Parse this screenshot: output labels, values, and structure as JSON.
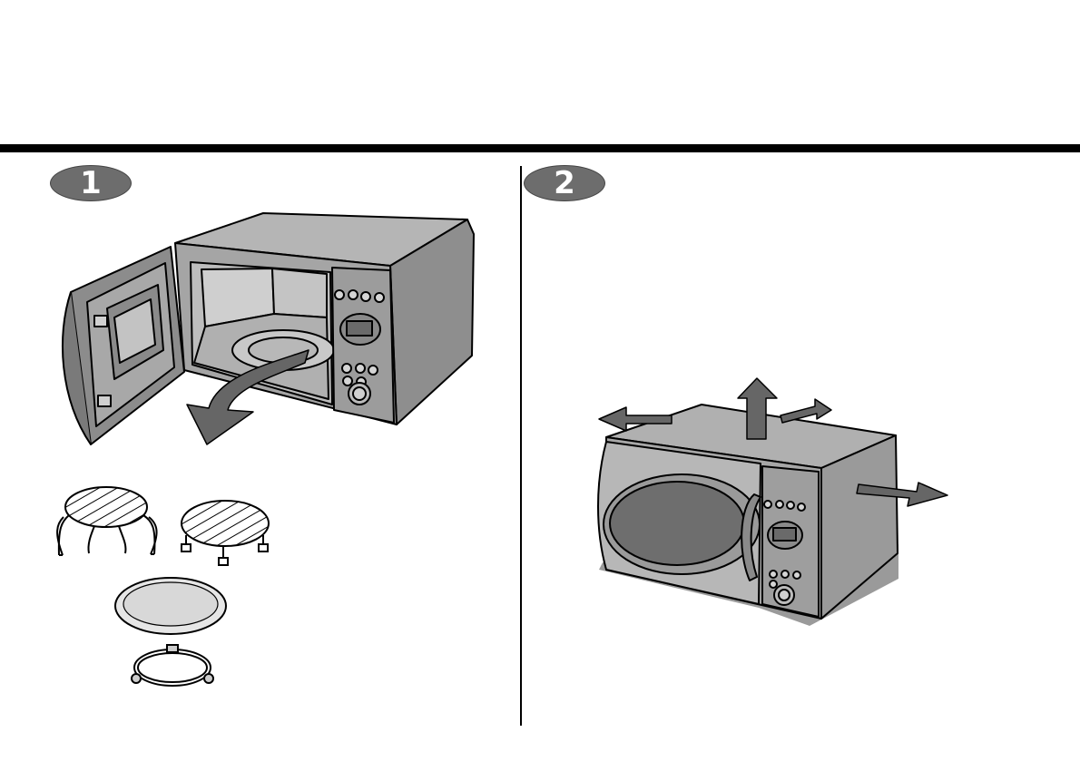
{
  "steps": [
    {
      "number": "1"
    },
    {
      "number": "2"
    }
  ],
  "colors": {
    "ink": "#000000",
    "badge": "#6d6d6d",
    "appliance_body": "#9a9a9a",
    "appliance_dark": "#6a6a6a",
    "arrow": "#666666"
  },
  "illustrations": {
    "step1": [
      "microwave-open-door",
      "remove-arrow",
      "high-rack",
      "low-rack",
      "glass-tray",
      "roller-ring"
    ],
    "step2": [
      "microwave-closed",
      "clearance-arrow-up",
      "clearance-arrow-left",
      "clearance-arrow-back",
      "clearance-arrow-right"
    ]
  }
}
